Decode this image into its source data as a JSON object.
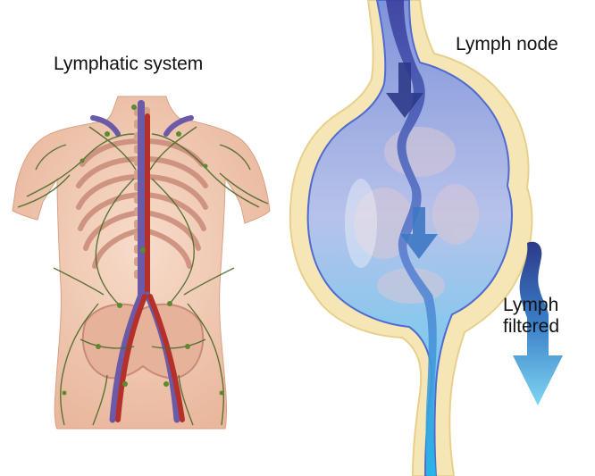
{
  "labels": {
    "lymphatic_system": "Lymphatic system",
    "lymph_node": "Lymph node",
    "lymph_filtered_line1": "Lymph",
    "lymph_filtered_line2": "filtered"
  },
  "colors": {
    "skin": "#f2c8b0",
    "bone": "#c98a78",
    "lymph_vessel": "#4a6b2a",
    "artery": "#b5302a",
    "vein": "#6a5aa8",
    "node_capsule": "#f6e6b5",
    "node_interior": "#a7b6e8",
    "node_lower": "#39b9e6",
    "arrow_dark": "#2c3a8a",
    "arrow_light": "#5cc6ea"
  }
}
